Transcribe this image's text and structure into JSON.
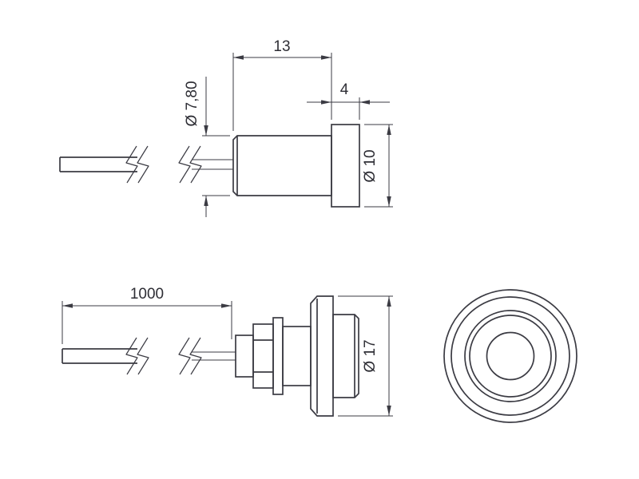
{
  "colors": {
    "background": "#ffffff",
    "line": "#3b3b43",
    "text": "#2e2e35"
  },
  "views": {
    "detail_view": {
      "dims": {
        "body_length": "13",
        "flange_length": "4",
        "body_diameter": "Ø 7,80",
        "flange_diameter": "Ø 10"
      }
    },
    "assembly_view": {
      "dims": {
        "cable_length": "1000",
        "bezel_diameter": "Ø 17"
      }
    }
  }
}
